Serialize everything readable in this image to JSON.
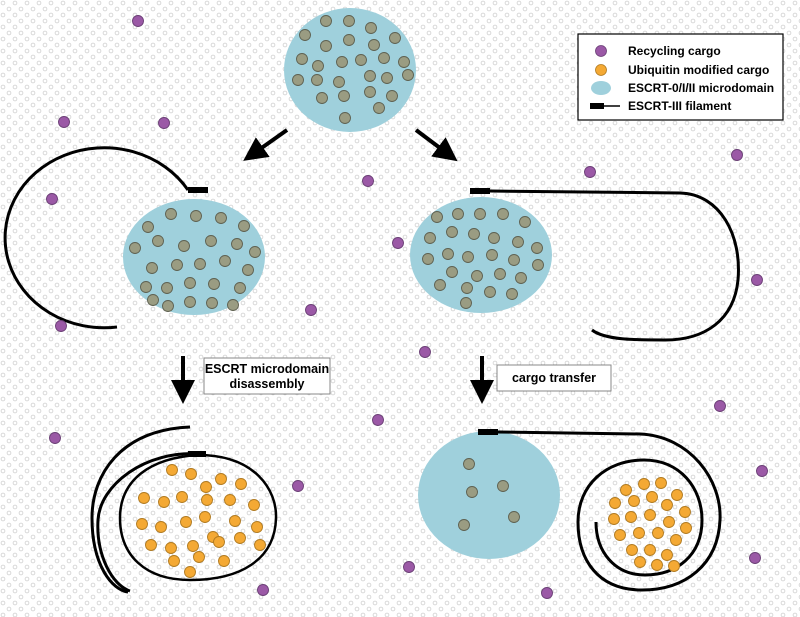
{
  "legend": {
    "items": [
      {
        "label": "Recycling cargo",
        "symbol": "purple-dot"
      },
      {
        "label": "Ubiquitin modified cargo",
        "symbol": "orange-dot"
      },
      {
        "label": "ESCRT-0/I/II microdomain",
        "symbol": "blue-ellipse"
      },
      {
        "label": "ESCRT-III filament",
        "symbol": "filament-bar"
      }
    ]
  },
  "steps": {
    "left_label_line1": "ESCRT microdomain",
    "left_label_line2": "disassembly",
    "right_label": "cargo transfer"
  },
  "colors": {
    "recycling_cargo": "#9b59a6",
    "ubiquitin_cargo": "#f4a934",
    "microdomain": "#9fd0dc",
    "cargo_in_domain": "#9a9c82",
    "filament": "#000000",
    "membrane_pattern": "#c9c9c9"
  },
  "icons": {
    "arrow": "down-arrow-icon",
    "filament": "escrt-iii-filament-icon"
  }
}
